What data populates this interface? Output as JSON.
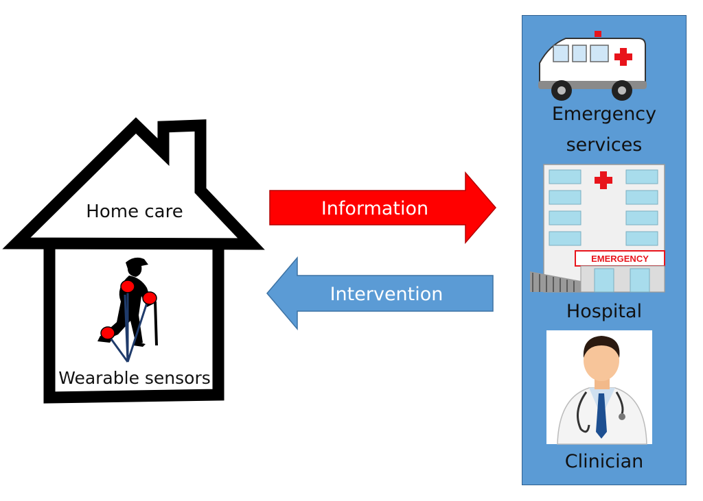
{
  "colors": {
    "house_outline": "#000000",
    "info_arrow": "#ff0000",
    "intervention_arrow": "#5b9bd5",
    "panel_bg": "#5b9bd5",
    "sensor": "#ff0000",
    "sensor_lines": "#1f3b6b",
    "cross": "#e8141b"
  },
  "home": {
    "label": "Home care",
    "sensors_label": "Wearable sensors"
  },
  "arrows": {
    "information": "Information",
    "intervention": "Intervention"
  },
  "panel": {
    "emergency_line1": "Emergency",
    "emergency_line2": "services",
    "hospital_sign": "EMERGENCY",
    "hospital": "Hospital",
    "clinician": "Clinician"
  },
  "icons": [
    "house-icon",
    "elderly-person-icon",
    "ambulance-icon",
    "hospital-building-icon",
    "doctor-icon"
  ]
}
